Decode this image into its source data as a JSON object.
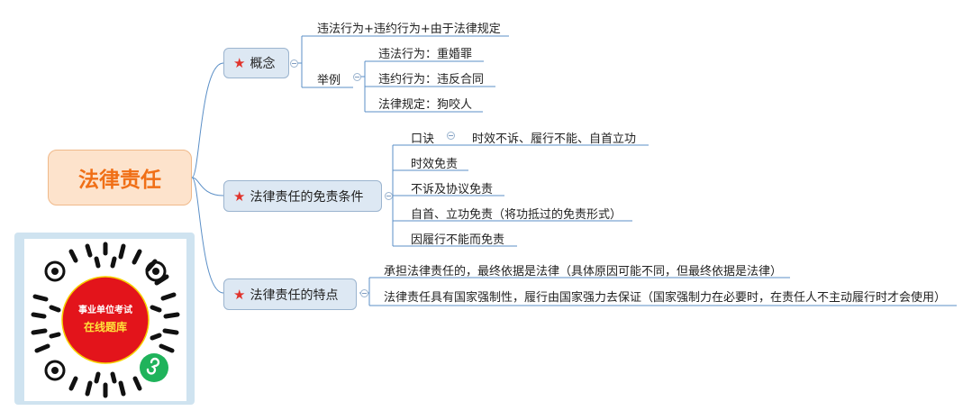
{
  "root": {
    "label": "法律责任"
  },
  "branches": [
    {
      "label": "概念",
      "items": [
        "违法行为+违约行为+由于法律规定",
        "举例",
        "违法行为：重婚罪",
        "违约行为：违反合同",
        "法律规定：狗咬人"
      ]
    },
    {
      "label": "法律责任的免责条件",
      "items": [
        "口诀",
        "时效不诉、履行不能、自首立功",
        "时效免责",
        "不诉及协议免责",
        "自首、立功免责（将功抵过的免责形式）",
        "因履行不能而免责"
      ]
    },
    {
      "label": "法律责任的特点",
      "items": [
        "承担法律责任的，最终依据是法律（具体原因可能不同，但最终依据是法律）",
        "法律责任具有国家强制性，履行由国家强力去保证（国家强制力在必要时，在责任人不主动履行时才会使用）"
      ]
    }
  ],
  "qr": {
    "line1": "事业单位考试",
    "line2": "在线题库"
  },
  "colors": {
    "root_fill": "#fde3cc",
    "root_text": "#f06f16",
    "branch_fill": "#dde8f3",
    "line": "#5b8fc7",
    "star": "#e0332c"
  }
}
